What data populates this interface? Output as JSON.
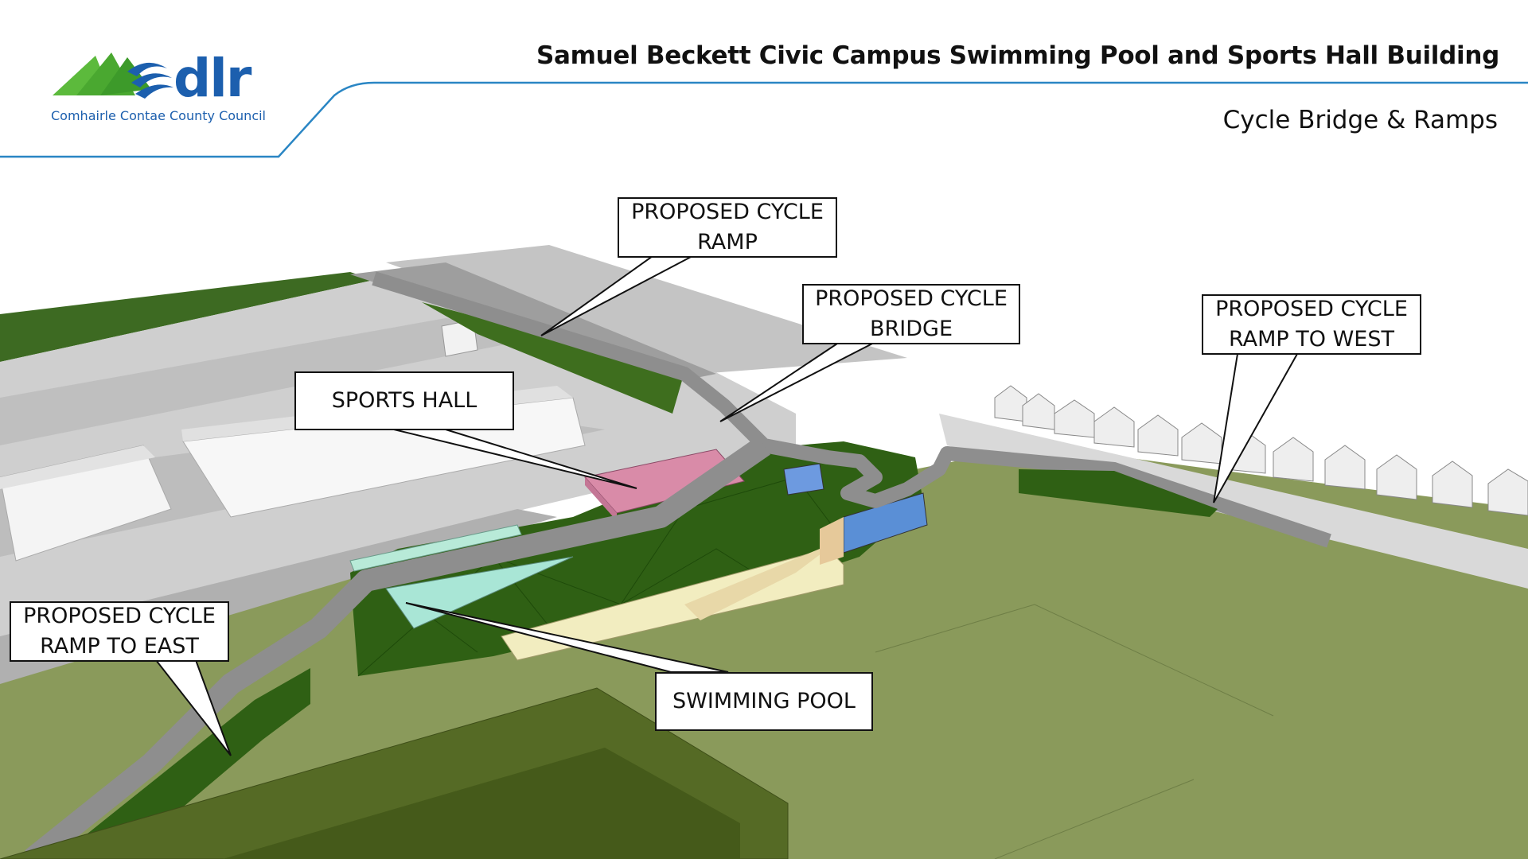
{
  "header": {
    "title": "Samuel Beckett Civic Campus Swimming Pool and Sports Hall Building",
    "subtitle": "Cycle Bridge & Ramps"
  },
  "logo": {
    "name": "dlr",
    "tagline": "Comhairle Contae County Council",
    "colors": {
      "green": "#4caf3a",
      "blue": "#1c5fae"
    }
  },
  "labels": {
    "cycle_ramp": "PROPOSED CYCLE\nRAMP",
    "cycle_bridge": "PROPOSED CYCLE\nBRIDGE",
    "ramp_west": "PROPOSED CYCLE\nRAMP TO WEST",
    "sports_hall": "SPORTS HALL",
    "ramp_east": "PROPOSED CYCLE\nRAMP TO EAST",
    "swimming_pool": "SWIMMING POOL"
  },
  "colors": {
    "field": "#8a9a5b",
    "dark_grass": "#3a6a1c",
    "road": "#c9c9c9",
    "ramp": "#a3a3a3",
    "sports_hall": "#d98ba8",
    "pool_glass": "#a9e6d6",
    "building_cream": "#f2edc0"
  }
}
